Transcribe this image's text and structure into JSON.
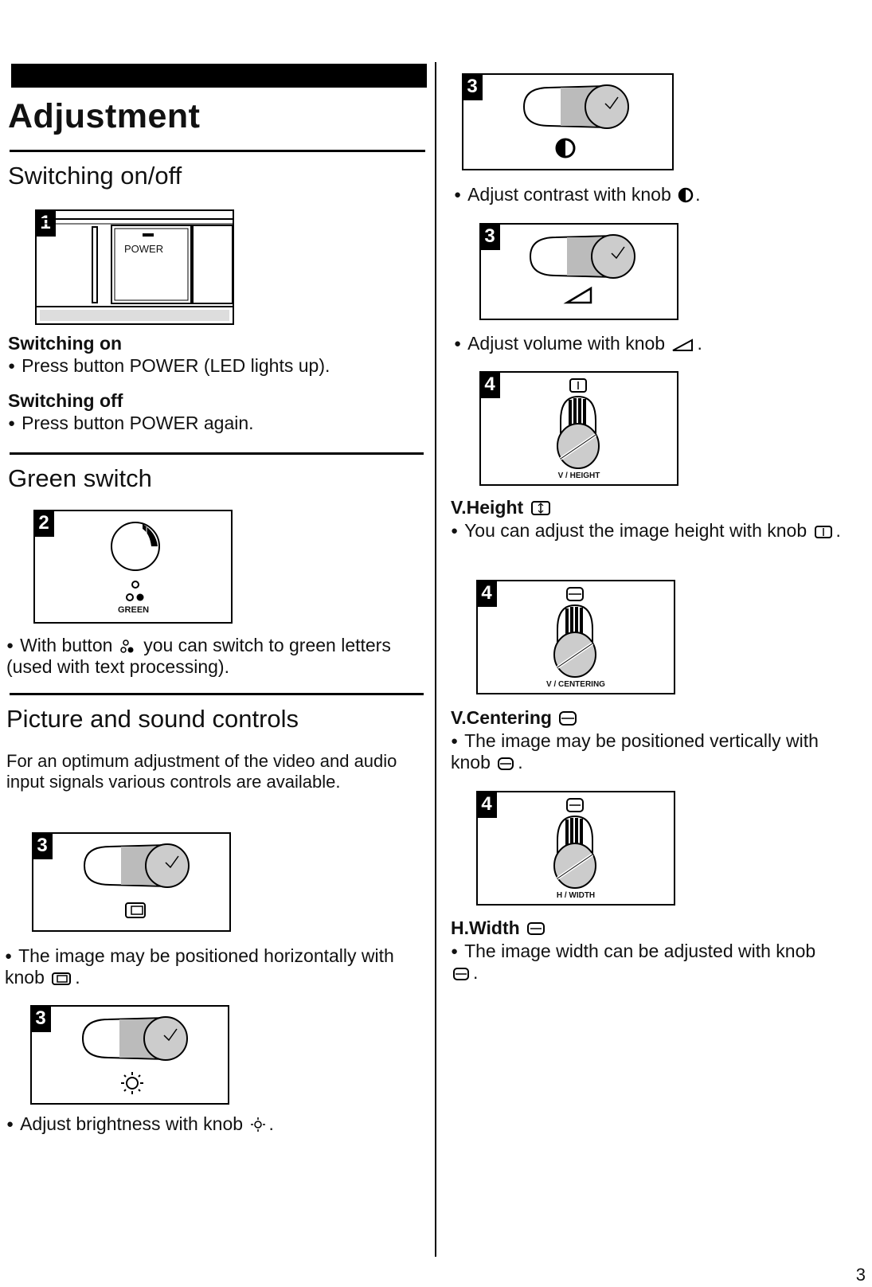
{
  "page": {
    "title": "Adjustment",
    "page_number": "3"
  },
  "section_power": {
    "heading": "Switching on/off",
    "figure_badge": "1",
    "figure_label": "POWER",
    "on_title": "Switching on",
    "on_text": "Press button POWER (LED lights up).",
    "off_title": "Switching off",
    "off_text": "Press button POWER again."
  },
  "section_green": {
    "heading": "Green switch",
    "figure_badge": "2",
    "figure_label": "GREEN",
    "text_before": "With button",
    "text_after": "you can switch to green letters (used with text processing)."
  },
  "section_controls": {
    "heading": "Picture and sound controls",
    "intro": "For an optimum adjustment of the video and audio input signals various controls are available.",
    "hpos": {
      "badge": "3",
      "text": "The image may be positioned horizontally with knob",
      "icon": "horizontal-position-icon"
    },
    "brightness": {
      "badge": "3",
      "text": "Adjust brightness with knob",
      "icon": "sun-icon"
    }
  },
  "right_column": {
    "contrast": {
      "badge": "3",
      "text": "Adjust contrast with knob",
      "icon": "contrast-icon"
    },
    "volume": {
      "badge": "3",
      "text": "Adjust volume with knob",
      "icon": "volume-icon"
    },
    "vheight": {
      "badge": "4",
      "figure_label": "V / HEIGHT",
      "title": "V.Height",
      "text": "You can adjust the image height with knob",
      "icon": "vertical-height-icon"
    },
    "vcenter": {
      "badge": "4",
      "figure_label": "V / CENTERING",
      "title": "V.Centering",
      "text": "The image may be positioned vertically with knob",
      "icon": "vertical-centering-icon"
    },
    "hwidth": {
      "badge": "4",
      "figure_label": "H / WIDTH",
      "title": "H.Width",
      "text": "The image width can be adjusted with knob",
      "icon": "horizontal-width-icon"
    }
  }
}
